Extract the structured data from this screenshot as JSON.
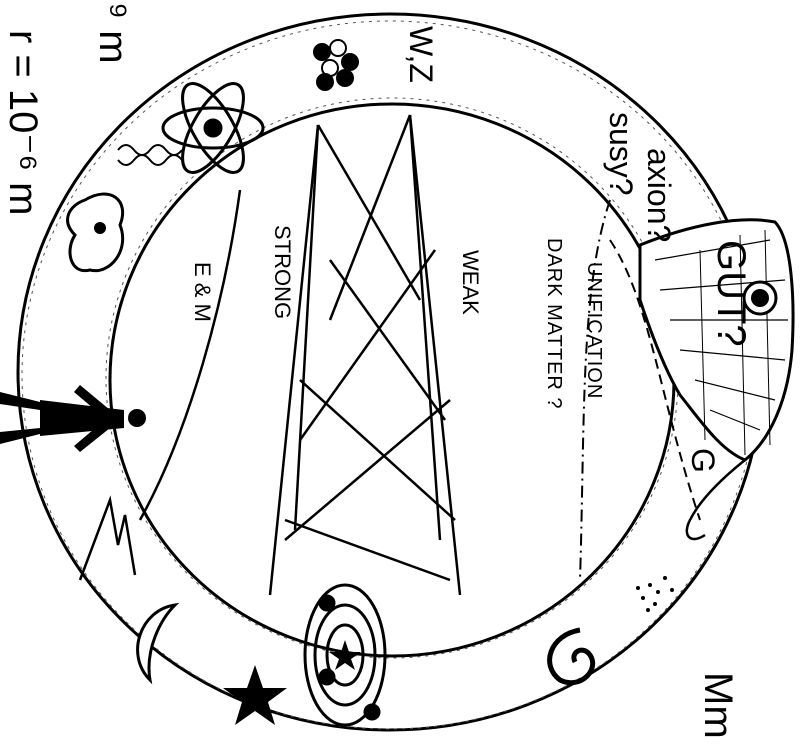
{
  "labels": {
    "scale_small": "r = 10⁻⁶ m",
    "scale_small_partial": "⁹ m",
    "scale_large": "Mm",
    "gut": "GUT?",
    "axion": "axion?",
    "susy": "susy?",
    "wz": "W,Z",
    "weak": "WEAK",
    "strong": "STRONG",
    "em": "E & M",
    "unification": "UNIFICATION",
    "dark_matter": "DARK MATTER ?",
    "g_glyph": "G"
  }
}
